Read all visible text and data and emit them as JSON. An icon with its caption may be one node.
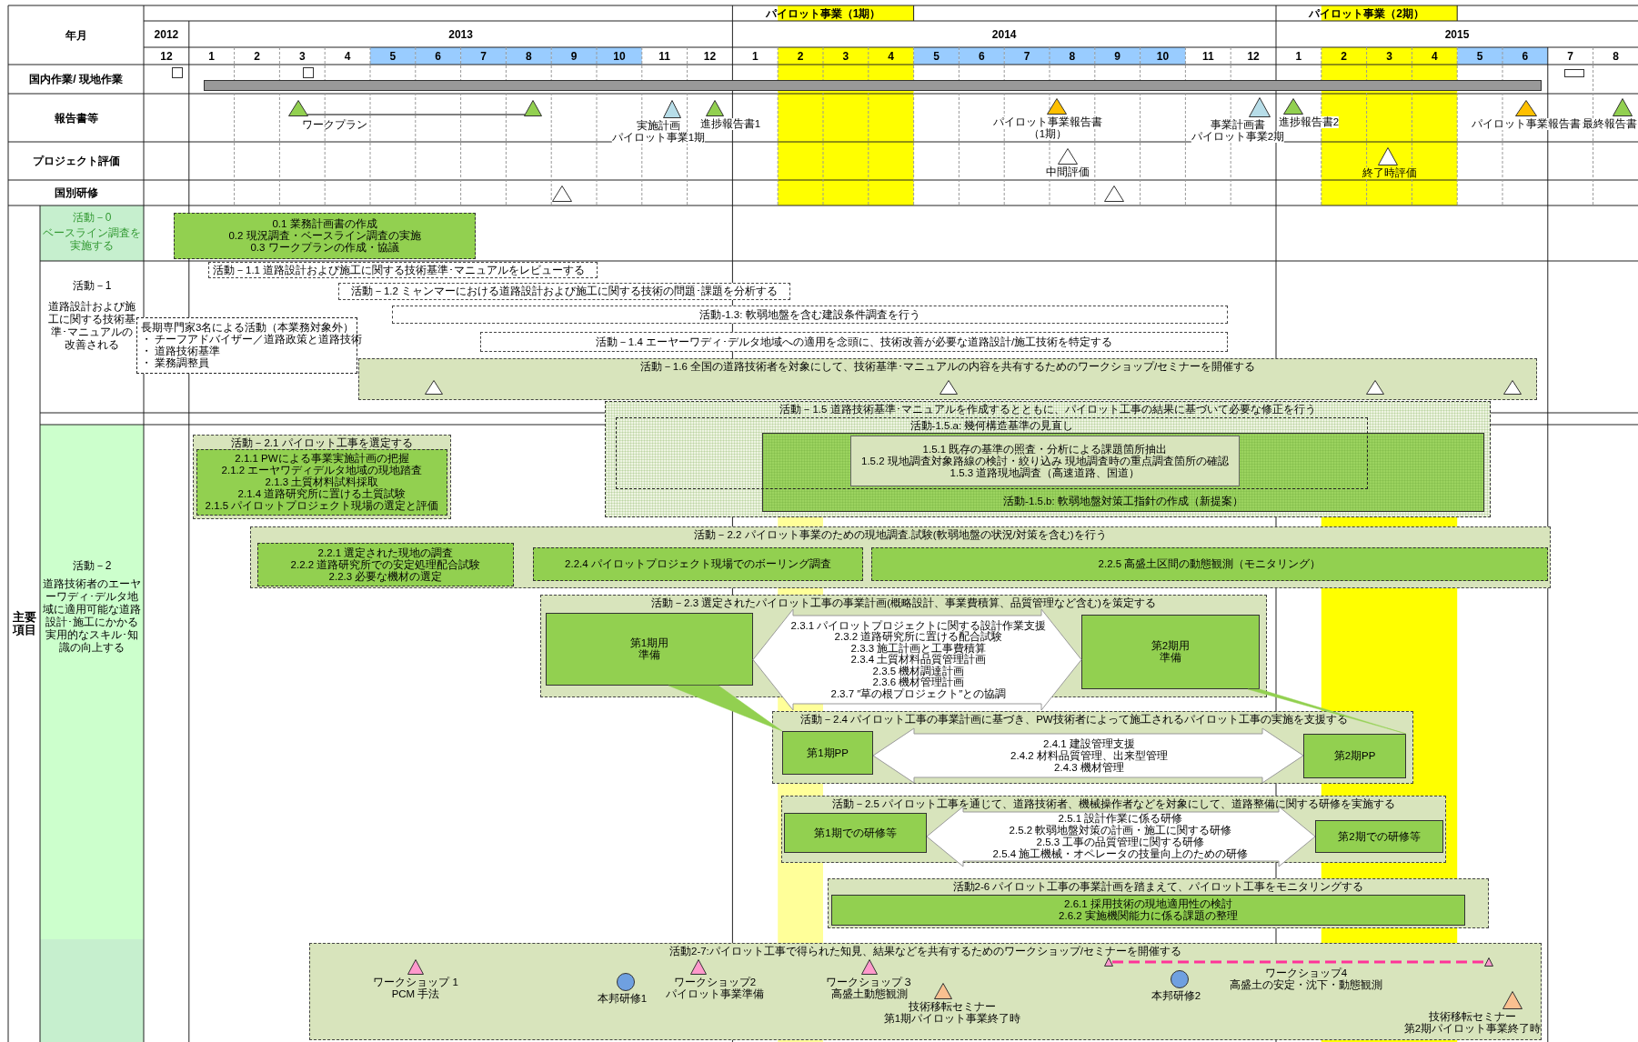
{
  "diagram": {
    "nodes": [
      {
        "text": [],
        "shape": "triangle"
      },
      {
        "text": [],
        "shape": "triangle"
      },
      {
        "text": [],
        "shape": "triangle",
        "beside": [
          "実施計画",
          "パイロット事業1期"
        ]
      },
      {
        "text": [],
        "shape": "triangle",
        "beside": [
          "進捗報告書1"
        ]
      },
      {
        "text": [],
        "shape": "triangle",
        "beside": [
          "パイロット事業報告書",
          "（1期）"
        ]
      },
      {
        "text": [],
        "shape": "triangle",
        "beside": [
          "事業計画書",
          "パイロット事業2期"
        ]
      },
      {
        "text": [],
        "shape": "triangle",
        "beside": [
          "進捗報告書2"
        ]
      },
      {
        "text": [],
        "shape": "triangle",
        "beside": [
          "パイロット事業報告書"
        ]
      },
      {
        "text": [],
        "shape": "triangle",
        "beside": [
          "最終報告書"
        ]
      },
      {
        "text": [],
        "shape": "triangle",
        "beside": [
          "中間評価"
        ]
      },
      {
        "text": [],
        "shape": "triangle",
        "beside": [
          "終了時評価"
        ]
      },
      {
        "text": [],
        "shape": "triangle"
      },
      {
        "text": [],
        "shape": "triangle"
      },
      {
        "text": [
          "0.1 業務計画書の作成",
          "0.2 現況調査・ベースライン調査の実施",
          "0.3 ワークプランの作成・協議"
        ]
      },
      {
        "text": [
          "活動－1.1 道路設計および施工に関する技術基準･マニュアルをレビューする"
        ]
      },
      {
        "text": [
          "活動－1.2 ミャンマーにおける道路設計および施工に関する技術の問題･課題を分析する"
        ]
      },
      {
        "text": [
          "活動-1.3: 軟弱地盤を含む建設条件調査を行う"
        ]
      },
      {
        "text": [
          "長期専門家3名による活動（本業務対象外）",
          "・ チーフアドバイザー／道路政策と道路技術",
          "・ 道路技術基準",
          "・ 業務調整員"
        ]
      },
      {
        "text": [
          "活動－1.4 エーヤーワディ･デルタ地域への適用を念頭に、技術改善が必要な道路設計/施工技術を特定する"
        ]
      },
      {
        "text": [
          "活動－1.6 全国の道路技術者を対象にして、技術基準･マニュアルの内容を共有するためのワークショップ/セミナーを開催する"
        ]
      },
      {
        "text": [],
        "shape": "triangle",
        "in": 19
      },
      {
        "text": [],
        "shape": "triangle",
        "in": 19
      },
      {
        "text": [],
        "shape": "triangle",
        "in": 19
      },
      {
        "text": [],
        "shape": "triangle",
        "in": 19
      },
      {
        "text": [
          "活動－1.5 道路技術基準･マニュアルを作成するとともに、パイロット工事の結果に基づいて必要な修正を行う"
        ]
      },
      {
        "text": [
          "活動-1.5.a: 幾何構造基準の見直し"
        ],
        "in": 24
      },
      {
        "text": [
          "活動-1.5.b: 軟弱地盤対策工指針の作成（新提案）"
        ],
        "in": 24
      },
      {
        "text": [
          "1.5.1 既存の基準の照査・分析による課題箇所抽出",
          "1.5.2 現地調査対象路線の検討・絞り込み 現地調査時の重点調査箇所の確認",
          "1.5.3 道路現地調査（高速道路、国道）"
        ]
      },
      {
        "text": [
          "活動－2.1 パイロット工事を選定する"
        ]
      },
      {
        "text": [
          "2.1.1 PWによる事業実施計画の把握",
          "2.1.2 エーヤワディデルタ地域の現地踏査",
          "2.1.3 土質材料試料採取",
          "2.1.4 道路研究所に置ける土質試験",
          "2.1.5 パイロットプロジェクト現場の選定と評価"
        ],
        "in": 28
      },
      {
        "text": [
          "活動－2.2 パイロット事業のための現地調査.試験(軟弱地盤の状況/対策を含む)を行う"
        ]
      },
      {
        "text": [
          "2.2.1 選定された現地の調査",
          "2.2.2 道路研究所での安定処理配合試験",
          "2.2.3 必要な機材の選定"
        ],
        "in": 30
      },
      {
        "text": [
          "2.2.4 パイロットプロジェクト現場でのボーリング調査"
        ],
        "in": 30
      },
      {
        "text": [
          "2.2.5 高盛土区間の動態観測（モニタリング）"
        ],
        "in": 30
      },
      {
        "text": [
          "活動－2.3 選定されたパイロット工事の事業計画(概略設計、事業費積算、品質管理など含む)を策定する"
        ]
      },
      {
        "text": [
          "第1期用準備"
        ],
        "in": 34
      },
      {
        "text": [
          "2.3.1 パイロットプロジェクトに関する設計作業支援",
          "2.3.2 道路研究所に置ける配合試験",
          "2.3.3 施工計画と工事費積算",
          "2.3.4 土質材料品質管理計画",
          "2.3.5 機材調達計画",
          "2.3.6 機材管理計画",
          "2.3.7 ″草の根プロジェクト″との協調"
        ],
        "in": 34
      },
      {
        "text": [
          "第2期用準備"
        ],
        "in": 34
      },
      {
        "text": [
          "活動－2.4 パイロット工事の事業計画に基づき、PW技術者によって施工されるパイロット工事の実施を支援する"
        ]
      },
      {
        "text": [
          "第1期PP"
        ],
        "in": 38
      },
      {
        "text": [
          "2.4.1 建設管理支援",
          "2.4.2 材料品質管理、出来型管理",
          "2.4.3 機材管理"
        ],
        "in": 38
      },
      {
        "text": [
          "第2期PP"
        ],
        "in": 38
      },
      {
        "text": [
          "活動－2.5 パイロット工事を通じて、道路技術者、機械操作者などを対象にして、道路整備に関する研修を実施する"
        ]
      },
      {
        "text": [
          "第1期での研修等"
        ],
        "in": 42
      },
      {
        "text": [
          "2.5.1 設計作業に係る研修",
          "2.5.2 軟弱地盤対策の計画・施工に関する研修",
          "2.5.3 工事の品質管理に関する研修",
          "2.5.4 施工機械・オペレータの技量向上のための研修"
        ],
        "in": 42
      },
      {
        "text": [
          "第2期での研修等"
        ],
        "in": 42
      },
      {
        "text": [
          "活動2-6 パイロット工事の事業計画を踏まえて、パイロット工事をモニタリングする"
        ]
      },
      {
        "text": [
          "2.6.1 採用技術の現地適用性の検討",
          "2.6.2 実施機関能力に係る課題の整理"
        ],
        "in": 46
      },
      {
        "text": [
          "活動2-7:パイロット工事で得られた知見、結果などを共有するためのワークショップ/セミナーを開催する"
        ]
      },
      {
        "text": [],
        "shape": "triangle",
        "in": 48,
        "beside": [
          "ワークショップ 1",
          "PCM 手法"
        ]
      },
      {
        "text": [],
        "shape": "circle",
        "in": 48,
        "beside": [
          "本邦研修1"
        ]
      },
      {
        "text": [],
        "shape": "triangle",
        "in": 48,
        "beside": [
          "ワークショップ2",
          "パイロット事業準備"
        ]
      },
      {
        "text": [],
        "shape": "triangle",
        "in": 48,
        "beside": [
          "ワークショップ３",
          "高盛土動態観測"
        ]
      },
      {
        "text": [],
        "shape": "triangle",
        "in": 48,
        "beside": [
          "技術移転セミナー",
          "第1期パイロット事業終了時"
        ]
      },
      {
        "text": [],
        "shape": "triangle",
        "in": 48
      },
      {
        "text": [],
        "shape": "circle",
        "in": 48,
        "beside": [
          "本邦研修2"
        ]
      },
      {
        "text": [],
        "shape": "triangle",
        "in": 48
      },
      {
        "text": [],
        "shape": "triangle",
        "in": 48,
        "beside": [
          "技術移転セミナー",
          "第2期パイロット事業終了時"
        ]
      },
      {
        "text": [],
        "shape": "box"
      },
      {
        "text": [],
        "shape": "box"
      },
      {
        "text": [],
        "shape": "bar"
      },
      {
        "text": [],
        "shape": "box"
      }
    ],
    "edges": [
      {
        "from": 0,
        "to": 1,
        "arrow": "none",
        "label": "ワークプラン"
      },
      {
        "from": 35,
        "to": 39,
        "arrow": "none",
        "color": "#92d050"
      },
      {
        "from": 37,
        "to": 41,
        "arrow": "none",
        "color": "#92d050"
      },
      {
        "from": 54,
        "to": 56,
        "arrow": "none",
        "style": "dashed",
        "color": "#ff3399",
        "label": "ワークショップ4 高盛土の安定・沈下・動態観測"
      },
      {
        "from": 35,
        "to": 37,
        "arrow": "both"
      },
      {
        "from": 39,
        "to": 41,
        "arrow": "both"
      },
      {
        "from": 43,
        "to": 45,
        "arrow": "both"
      }
    ],
    "labels": [
      "パイロット事業（1期）",
      "パイロット事業（2期）",
      "年月",
      "2012",
      "2013",
      "2014",
      "2015",
      "12",
      "1",
      "2",
      "3",
      "4",
      "5",
      "6",
      "7",
      "8",
      "9",
      "10",
      "11",
      "12",
      "1",
      "2",
      "3",
      "4",
      "5",
      "6",
      "7",
      "8",
      "9",
      "10",
      "11",
      "12",
      "1",
      "2",
      "3",
      "4",
      "5",
      "6",
      "7",
      "8",
      "国内作業/ 現地作業",
      "報告書等",
      "プロジェクト評価",
      "国別研修",
      "活動－0",
      "ベースライン調査を実施する",
      "活動－1",
      "道路設計および施工に関する技術基準･マニュアルの改善される",
      "活動－2",
      "道路技術者のエーヤーワディ･デルタ地域に適用可能な道路設計･施工にかかる実用的なスキル･知識の向上する",
      "主要項目"
    ]
  }
}
